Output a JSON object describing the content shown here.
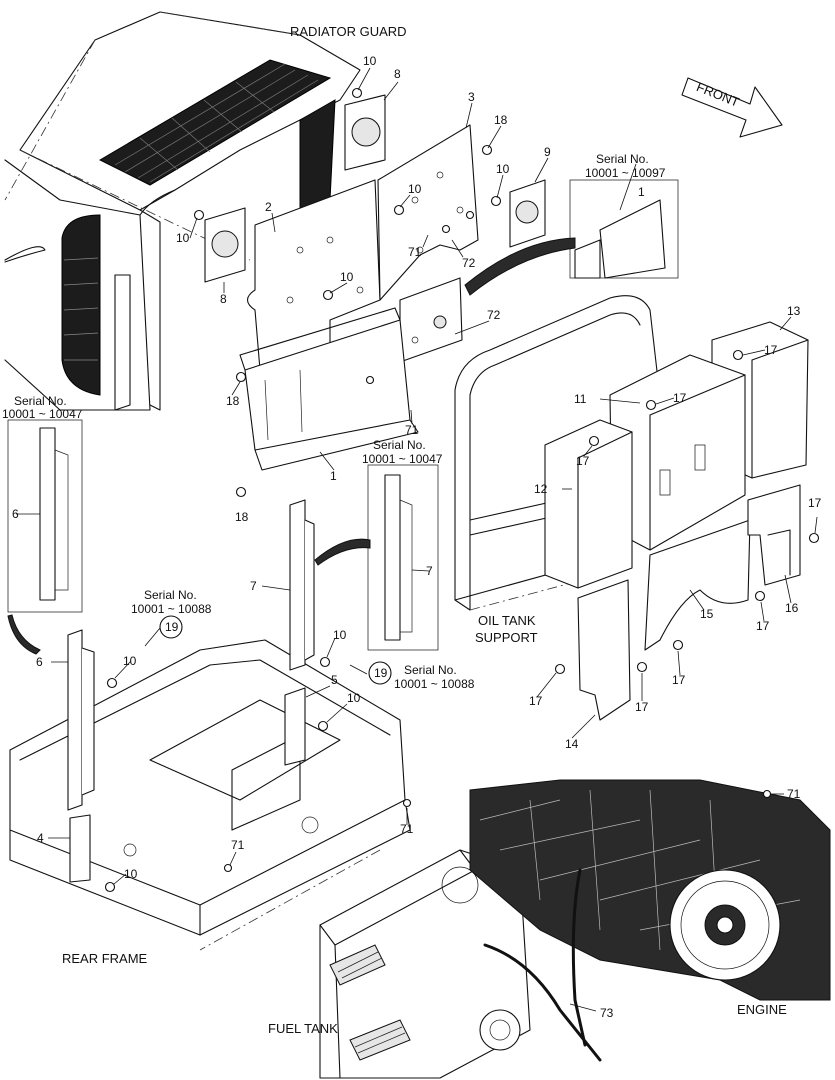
{
  "labels": {
    "radiator_guard": "RADIATOR GUARD",
    "oil_tank_support_1": "OIL TANK",
    "oil_tank_support_2": "SUPPORT",
    "rear_frame": "REAR FRAME",
    "fuel_tank": "FUEL TANK",
    "engine": "ENGINE",
    "front": "FRONT"
  },
  "serial_boxes": [
    {
      "title": "Serial No.",
      "range": "10001 ~ 10097"
    },
    {
      "title": "Serial No.",
      "range": "10001 ~ 10047"
    },
    {
      "title": "Serial No.",
      "range": "10001 ~ 10047"
    }
  ],
  "serial_notes": [
    {
      "title": "Serial No.",
      "range": "10001 ~ 10088",
      "ref": "19"
    },
    {
      "title": "Serial No.",
      "range": "10001 ~ 10088",
      "ref": "19"
    }
  ],
  "callouts": {
    "c10a": "10",
    "c8a": "8",
    "c3": "3",
    "c18a": "18",
    "c10b": "10",
    "c9": "9",
    "c10c": "10",
    "c2": "2",
    "c10d": "10",
    "c8b": "8",
    "c71a": "71",
    "c72a": "72",
    "c10e": "10",
    "c72b": "72",
    "c18b": "18",
    "c71b": "71",
    "c1a": "1",
    "c18c": "18",
    "c1b": "1",
    "c13": "13",
    "c17a": "17",
    "c11": "11",
    "c17b": "17",
    "c17c": "17",
    "c12": "12",
    "c17d": "17",
    "c6a": "6",
    "c7a": "7",
    "c7b": "7",
    "c6b": "6",
    "c10f": "10",
    "c5": "5",
    "c10g": "10",
    "c10h": "10",
    "c15": "15",
    "c16": "16",
    "c17e": "17",
    "c17f": "17",
    "c17g": "17",
    "c17h": "17",
    "c14": "14",
    "c4": "4",
    "c10i": "10",
    "c71c": "71",
    "c71d": "71",
    "c71e": "71",
    "c73": "73"
  }
}
